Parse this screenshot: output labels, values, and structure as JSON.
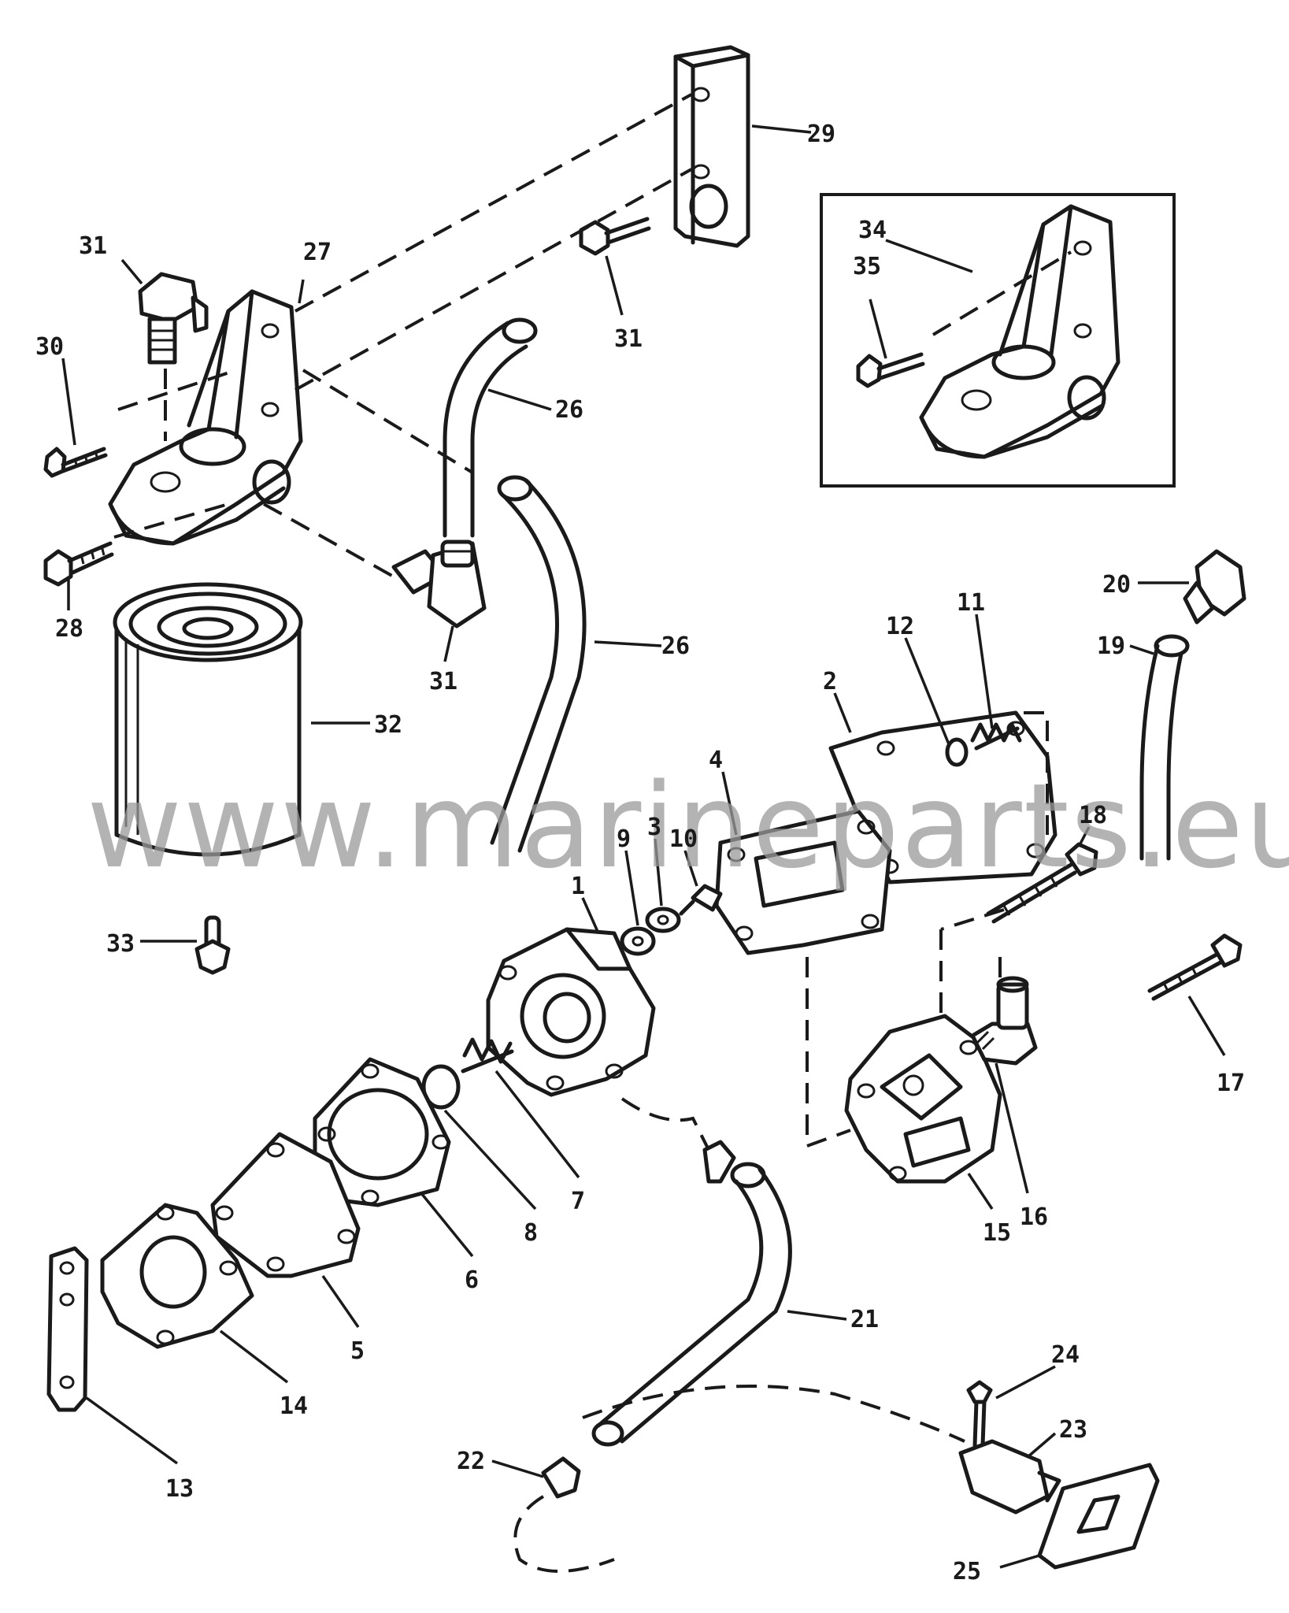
{
  "watermark": "www.marineparts.eu",
  "callouts": {
    "c1": "1",
    "c2": "2",
    "c4": "4",
    "c5": "5",
    "c6": "6",
    "c7": "7",
    "c8": "8",
    "c9": "9",
    "c10": "10",
    "c11": "11",
    "c12": "12",
    "c13": "13",
    "c14": "14",
    "c15": "15",
    "c16": "16",
    "c17": "17",
    "c18": "18",
    "c19": "19",
    "c20": "20",
    "c21": "21",
    "c22": "22",
    "c23": "23",
    "c24": "24",
    "c25": "25",
    "c26a": "26",
    "c26b": "26",
    "c27": "27",
    "c28": "28",
    "c29": "29",
    "c30": "30",
    "c31a": "31",
    "c31b": "31",
    "c31c": "31",
    "c32": "32",
    "c33": "33",
    "c34": "34",
    "c35": "35"
  }
}
